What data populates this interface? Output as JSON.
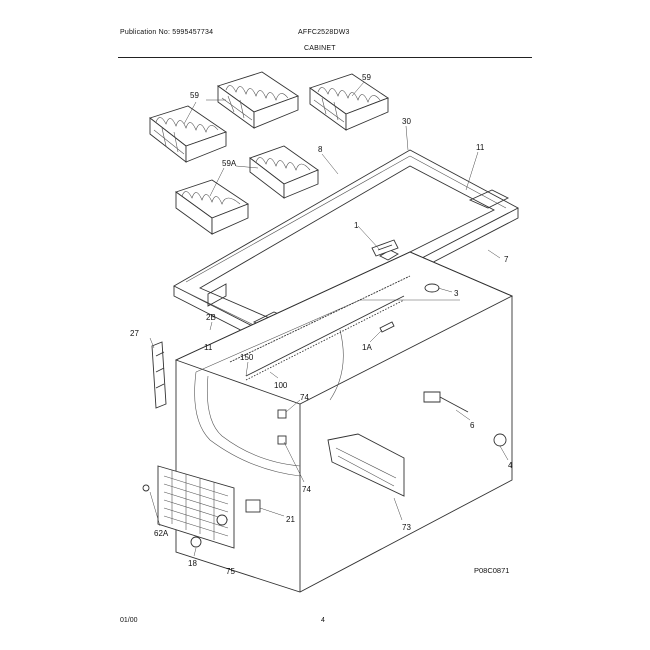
{
  "header": {
    "publication": "Publication No: 5995457734",
    "model": "AFFC2528DW3",
    "section": "CABINET"
  },
  "footer": {
    "date": "01/00",
    "page": "4",
    "drawing_code": "P08C0871"
  },
  "callouts": {
    "c59a": "59",
    "c59b": "59",
    "c59A": "59A",
    "c30": "30",
    "c8": "8",
    "c11a": "11",
    "c11b": "11",
    "c1": "1",
    "c7": "7",
    "c3": "3",
    "c2B": "2B",
    "c27": "27",
    "c1A": "1A",
    "c150": "150",
    "c100": "100",
    "c74a": "74",
    "c74b": "74",
    "c6": "6",
    "c4": "4",
    "c21": "21",
    "c73": "73",
    "c62A": "62A",
    "c18": "18",
    "c75": "75"
  }
}
